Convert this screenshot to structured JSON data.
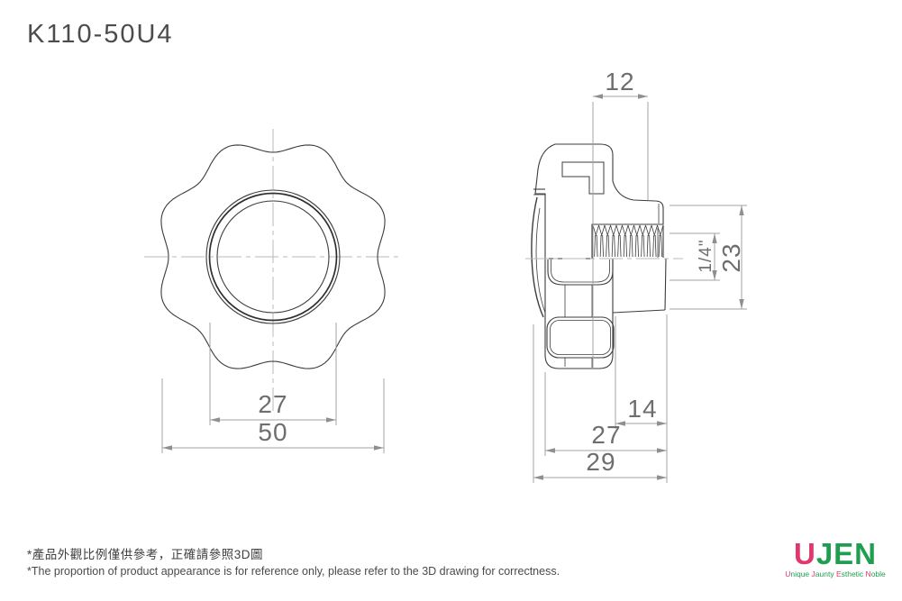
{
  "title": "K110-50U4",
  "views": {
    "front": {
      "dim_hub_diameter": "27",
      "dim_outer_diameter": "50"
    },
    "side": {
      "dim_top_width": "12",
      "dim_thread": "1/4\"",
      "dim_boss_diameter": "23",
      "dim_boss_length": "14",
      "dim_body_length": "27",
      "dim_overall_length": "29"
    }
  },
  "footer": {
    "note_zh": "*產品外觀比例僅供參考，正確請參照3D圖",
    "note_en": "*The proportion of product appearance is for reference only, please refer to the 3D drawing for correctness."
  },
  "logo": {
    "mark_part1": "U",
    "mark_part2": "JEN",
    "tagline": [
      {
        "first": "U",
        "rest": "nique"
      },
      {
        "first": "J",
        "rest": "aunty"
      },
      {
        "first": "E",
        "rest": "sthetic"
      },
      {
        "first": "N",
        "rest": "oble"
      }
    ]
  },
  "colors": {
    "line": "#3c3c3c",
    "light_line": "#a3a3a3",
    "centerline": "#b8b8b8",
    "dim_text": "#6e6e6e",
    "logo_pink": "#e0386c",
    "logo_green": "#1f9e51"
  }
}
